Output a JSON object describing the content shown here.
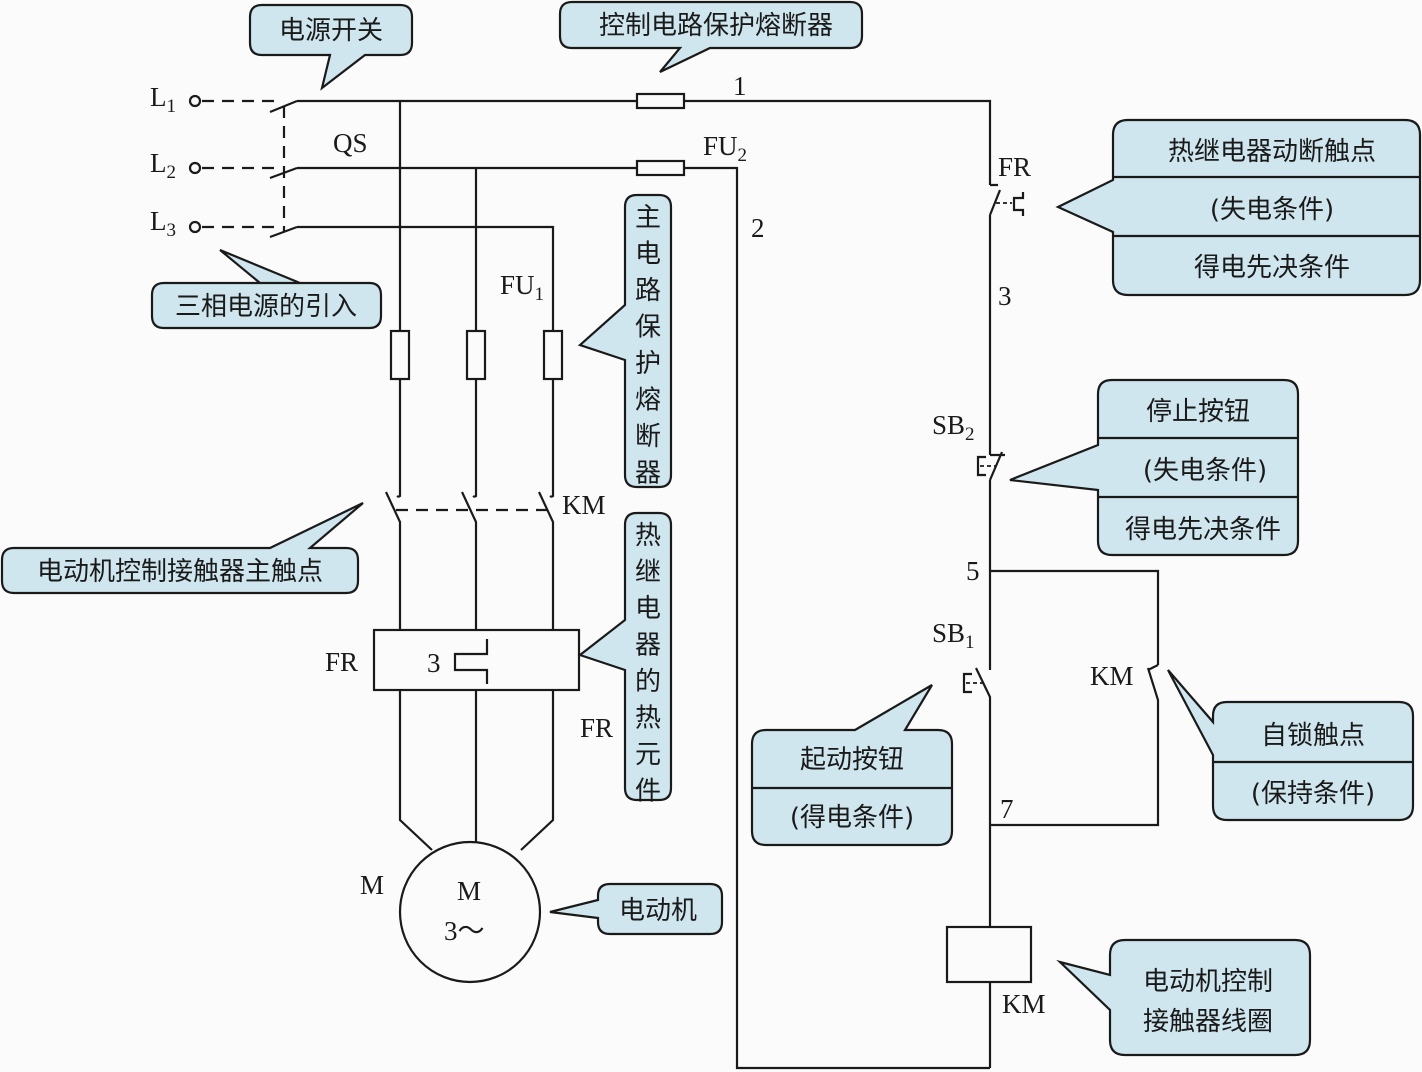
{
  "labels": {
    "L1": "L",
    "L1_sub": "1",
    "L2": "L",
    "L2_sub": "2",
    "L3": "L",
    "L3_sub": "3",
    "QS": "QS",
    "FU1": "FU",
    "FU1_sub": "1",
    "FU2": "FU",
    "FU2_sub": "2",
    "KM_main": "KM",
    "FR_box": "FR",
    "FR_box_num": "3",
    "FR_element": "FR",
    "M_outer": "M",
    "M_inner": "M",
    "M_phase": "3～",
    "node1": "1",
    "node2": "2",
    "node3": "3",
    "node5": "5",
    "node7": "7",
    "FR_contact": "FR",
    "SB2": "SB",
    "SB2_sub": "2",
    "SB1": "SB",
    "SB1_sub": "1",
    "KM_aux": "KM",
    "KM_coil": "KM"
  },
  "callouts": {
    "power_switch": "电源开关",
    "control_fuse": "控制电路保护熔断器",
    "three_phase": "三相电源的引入",
    "main_fuse": "主电路保护熔断器",
    "main_contacts": "电动机控制接触器主触点",
    "thermal_element": "热继电器的热元件",
    "motor": "电动机",
    "fr_contact": [
      "热继电器动断触点",
      "(失电条件)",
      "得电先决条件"
    ],
    "stop_button": [
      "停止按钮",
      "(失电条件)",
      "得电先决条件"
    ],
    "start_button": [
      "起动按钮",
      "(得电条件)"
    ],
    "self_lock": [
      "自锁触点",
      "(保持条件)"
    ],
    "coil": [
      "电动机控制",
      "接触器线圈"
    ]
  },
  "colors": {
    "callout_fill": "#cfe6ee",
    "line": "#1a1a1a"
  }
}
